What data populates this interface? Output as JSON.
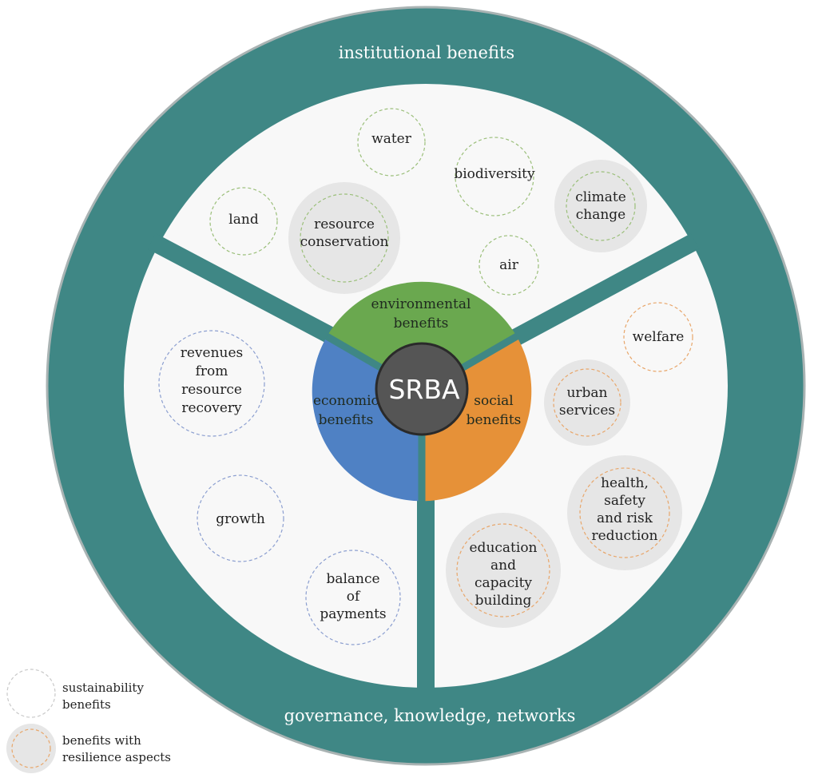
{
  "ring": {
    "top_label": "institutional benefits",
    "bottom_label": "governance, knowledge, networks"
  },
  "center": {
    "label": "SRBA"
  },
  "sectors": {
    "environmental": {
      "lines": [
        "environmental",
        "benefits"
      ]
    },
    "economic": {
      "lines": [
        "economic",
        "benefits"
      ]
    },
    "social": {
      "lines": [
        "social",
        "benefits"
      ]
    }
  },
  "nodes": {
    "water": {
      "lines": [
        "water"
      ],
      "resilience": false
    },
    "biodiversity": {
      "lines": [
        "biodiversity"
      ],
      "resilience": false
    },
    "climate_change": {
      "lines": [
        "climate",
        "change"
      ],
      "resilience": true
    },
    "land": {
      "lines": [
        "land"
      ],
      "resilience": false
    },
    "resource_conservation": {
      "lines": [
        "resource",
        "conservation"
      ],
      "resilience": true
    },
    "air": {
      "lines": [
        "air"
      ],
      "resilience": false
    },
    "revenues": {
      "lines": [
        "revenues",
        "from",
        "resource",
        "recovery"
      ],
      "resilience": false
    },
    "growth": {
      "lines": [
        "growth"
      ],
      "resilience": false
    },
    "balance": {
      "lines": [
        "balance",
        "of",
        "payments"
      ],
      "resilience": false
    },
    "welfare": {
      "lines": [
        "welfare"
      ],
      "resilience": false
    },
    "urban_services": {
      "lines": [
        "urban",
        "services"
      ],
      "resilience": true
    },
    "health": {
      "lines": [
        "health,",
        "safety",
        "and risk",
        "reduction"
      ],
      "resilience": true
    },
    "education": {
      "lines": [
        "education",
        "and",
        "capacity",
        "building"
      ],
      "resilience": true
    }
  },
  "legend": {
    "sustainability": {
      "lines": [
        "sustainability",
        "benefits"
      ]
    },
    "resilience": {
      "lines": [
        "benefits with",
        "resilience aspects"
      ]
    }
  },
  "colors": {
    "ring": "#3f8785",
    "ring_border": "#a9b3b3",
    "inner_panel": "#f8f8f8",
    "environmental": "#6aa84f",
    "economic": "#4f81c4",
    "social": "#e69138",
    "center": "#555555",
    "resilience_fill": "#e6e6e6",
    "dash_environmental": "#9bbf7a",
    "dash_economic": "#8c9fd0",
    "dash_social": "#e8a66a",
    "legend_dash_sustainability": "#c9c9c9",
    "legend_dash_resilience": "#e8a66a"
  }
}
